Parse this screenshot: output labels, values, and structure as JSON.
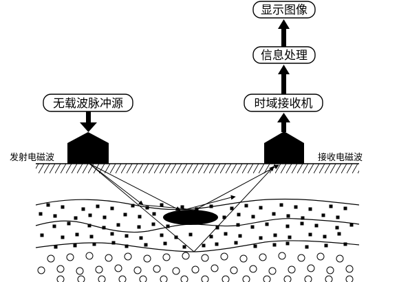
{
  "diagram": {
    "boxes": {
      "display_image": "显示图像",
      "info_processing": "信息处理",
      "time_domain_receiver": "时域接收机",
      "carrier_free_pulse_source": "无载波脉冲源"
    },
    "labels": {
      "transmit_wave": "发射电磁波",
      "receive_wave": "接收电磁波"
    },
    "colors": {
      "ink": "#000000",
      "background": "#ffffff"
    }
  }
}
